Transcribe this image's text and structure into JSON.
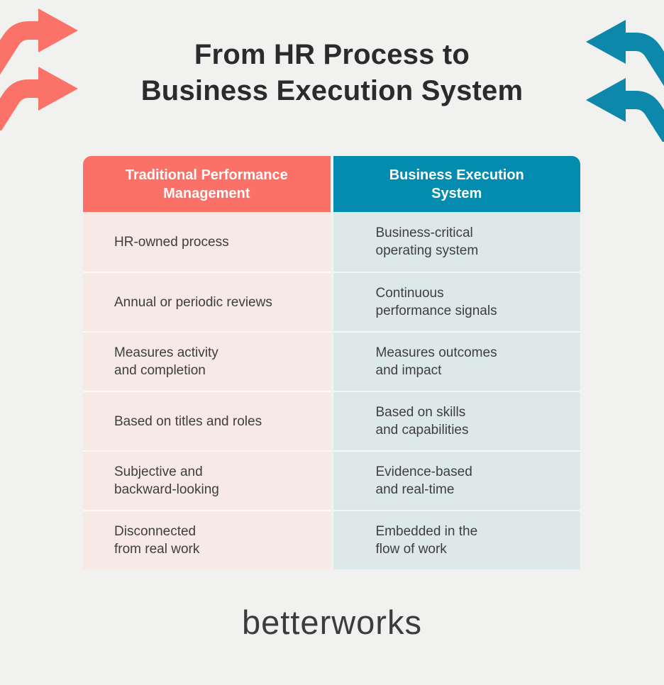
{
  "title": {
    "line1": "From HR Process to",
    "line2": "Business Execution System"
  },
  "icons": {
    "left": {
      "name": "cycle-arrows-right-icon",
      "color": "#fa7268"
    },
    "right": {
      "name": "cycle-arrows-left-icon",
      "color": "#0d87aa"
    }
  },
  "table": {
    "left": {
      "header": "Traditional Performance Management",
      "rows": [
        {
          "l1": "HR-owned process"
        },
        {
          "l1": "Annual or periodic reviews"
        },
        {
          "l1": "Measures activity",
          "l2": "and completion"
        },
        {
          "l1": "Based on titles and roles"
        },
        {
          "l1": "Subjective and",
          "l2": "backward-looking"
        },
        {
          "l1": "Disconnected",
          "l2": "from real work"
        }
      ]
    },
    "right": {
      "header": "Business Execution System",
      "rows": [
        {
          "l1": "Business-critical",
          "l2": "operating system"
        },
        {
          "l1": "Continuous",
          "l2": "performance signals"
        },
        {
          "l1": "Measures outcomes",
          "l2": "and impact"
        },
        {
          "l1": "Based on skills",
          "l2": "and capabilities"
        },
        {
          "l1": "Evidence-based",
          "l2": "and real-time"
        },
        {
          "l1": "Embedded in the",
          "l2": "flow of work"
        }
      ]
    }
  },
  "logo": {
    "text": "betterworks"
  },
  "colors": {
    "background": "#f1f1f0",
    "coral_header": "#fb7168",
    "teal_header": "#038cb0",
    "coral_icon": "#fa7268",
    "teal_icon": "#0d87aa",
    "light_pink_cell": "#f6e9e6",
    "light_teal_cell": "#dde9e8",
    "title_text": "#2b2b2b",
    "cell_text": "#3f3e3e"
  }
}
